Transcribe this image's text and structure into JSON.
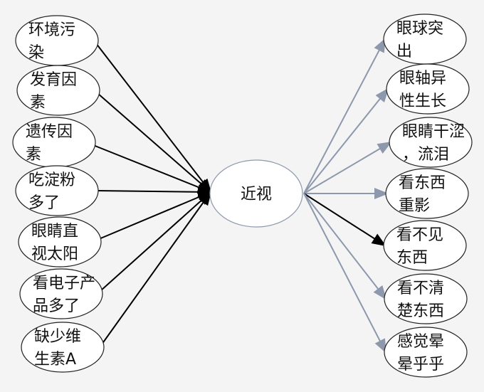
{
  "center": {
    "label": "近视"
  },
  "causes": [
    {
      "lines": [
        "环境污",
        "染"
      ]
    },
    {
      "lines": [
        "发育因",
        "素"
      ]
    },
    {
      "lines": [
        "遗传因",
        "素"
      ]
    },
    {
      "lines": [
        "吃淀粉",
        "多了"
      ]
    },
    {
      "lines": [
        "眼睛直",
        "视太阳"
      ]
    },
    {
      "lines": [
        "看电子产",
        "品多了"
      ]
    },
    {
      "lines": [
        "缺少维",
        "生素A"
      ]
    }
  ],
  "symptoms": [
    {
      "lines": [
        "眼球突",
        "出"
      ],
      "highlight": false
    },
    {
      "lines": [
        "眼轴异",
        "性生长"
      ],
      "highlight": false
    },
    {
      "lines": [
        "眼睛干涩",
        "，流泪"
      ],
      "highlight": false
    },
    {
      "lines": [
        "看东西",
        "重影"
      ],
      "highlight": false
    },
    {
      "lines": [
        "看不见",
        "东西"
      ],
      "highlight": true
    },
    {
      "lines": [
        "看不清",
        "楚东西"
      ],
      "highlight": false
    },
    {
      "lines": [
        "感觉晕",
        "晕乎乎"
      ],
      "highlight": false
    }
  ],
  "colors": {
    "cause_line": "#000000",
    "symptom_line": "#8d98ad",
    "highlight_line": "#000000",
    "background": "#f4f4f5"
  }
}
